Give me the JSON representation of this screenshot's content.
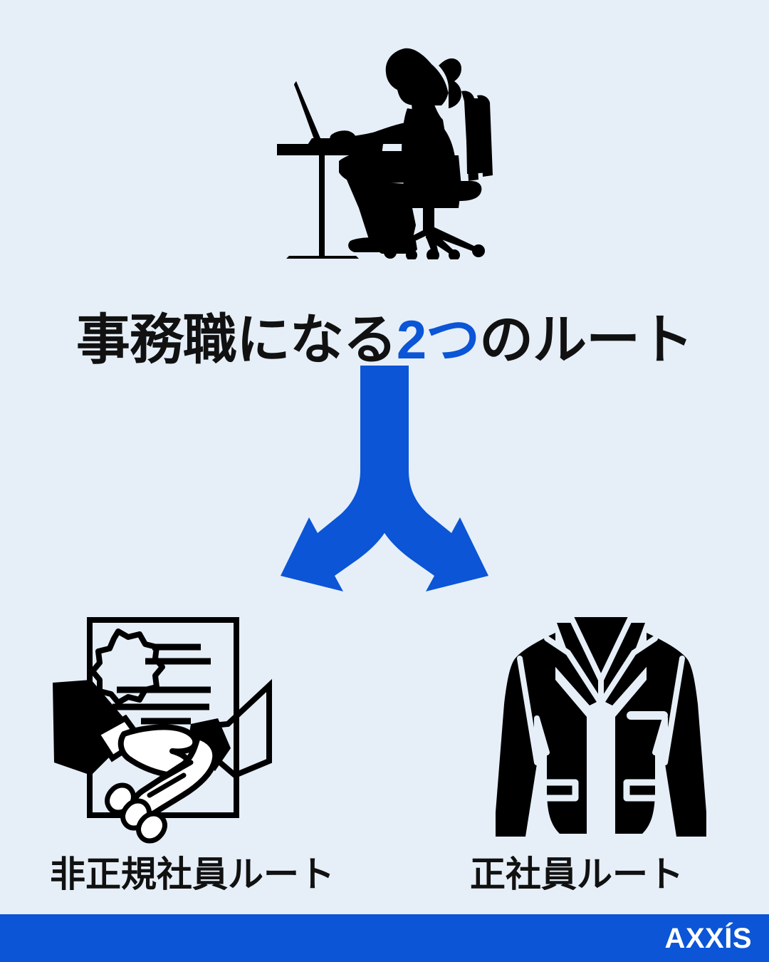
{
  "theme": {
    "background": "#e6eff8",
    "accent_blue": "#0b55d6",
    "ink": "#111111",
    "brand_bar_text": "#ffffff"
  },
  "header": {
    "title_prefix": "事務職になる",
    "title_accent": "2つ",
    "title_suffix": "のルート",
    "title_full": "事務職になる2つのルート"
  },
  "hero": {
    "icon": "woman-at-laptop-silhouette",
    "alt": "オフィスでノートパソコンを使う女性のシルエット"
  },
  "flow": {
    "icon": "forked-arrow-splitting-two-ways",
    "branch_count": "2"
  },
  "routes": [
    {
      "id": "non-regular",
      "label": "非正規社員ルート",
      "icon": "handshake-contract-icon",
      "icon_alt": "契約書の上で握手するイラスト"
    },
    {
      "id": "regular",
      "label": "正社員ルート",
      "icon": "suit-jacket-icon",
      "icon_alt": "スーツのジャケット"
    }
  ],
  "footer": {
    "brand": "AXXÍS"
  }
}
